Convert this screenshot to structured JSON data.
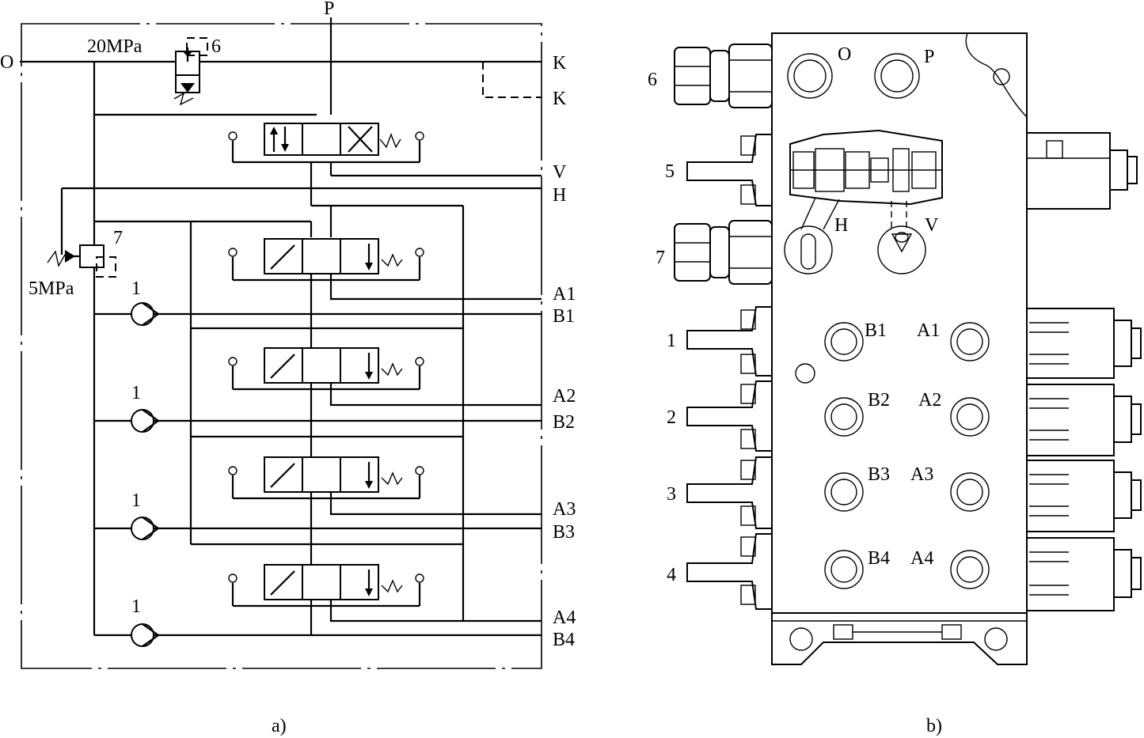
{
  "panel_a": {
    "caption": "a)",
    "top_port": "P",
    "left_port": "O",
    "relief_main": {
      "number": "6",
      "pressure": "20MPa"
    },
    "relief_pilot": {
      "number": "7",
      "pressure": "5MPa"
    },
    "check_valve_number": "1",
    "right_ports": [
      "K",
      "K",
      "V",
      "H",
      "A1",
      "B1",
      "A2",
      "B2",
      "A3",
      "B3",
      "A4",
      "B4"
    ]
  },
  "panel_b": {
    "caption": "b)",
    "top_ports": [
      "O",
      "P"
    ],
    "side_numbers": [
      "6",
      "5",
      "7",
      "1",
      "2",
      "3",
      "4"
    ],
    "section_labels": [
      "H",
      "V"
    ],
    "port_labels": [
      {
        "b": "B1",
        "a": "A1"
      },
      {
        "b": "B2",
        "a": "A2"
      },
      {
        "b": "B3",
        "a": "A3"
      },
      {
        "b": "B4",
        "a": "A4"
      }
    ]
  }
}
